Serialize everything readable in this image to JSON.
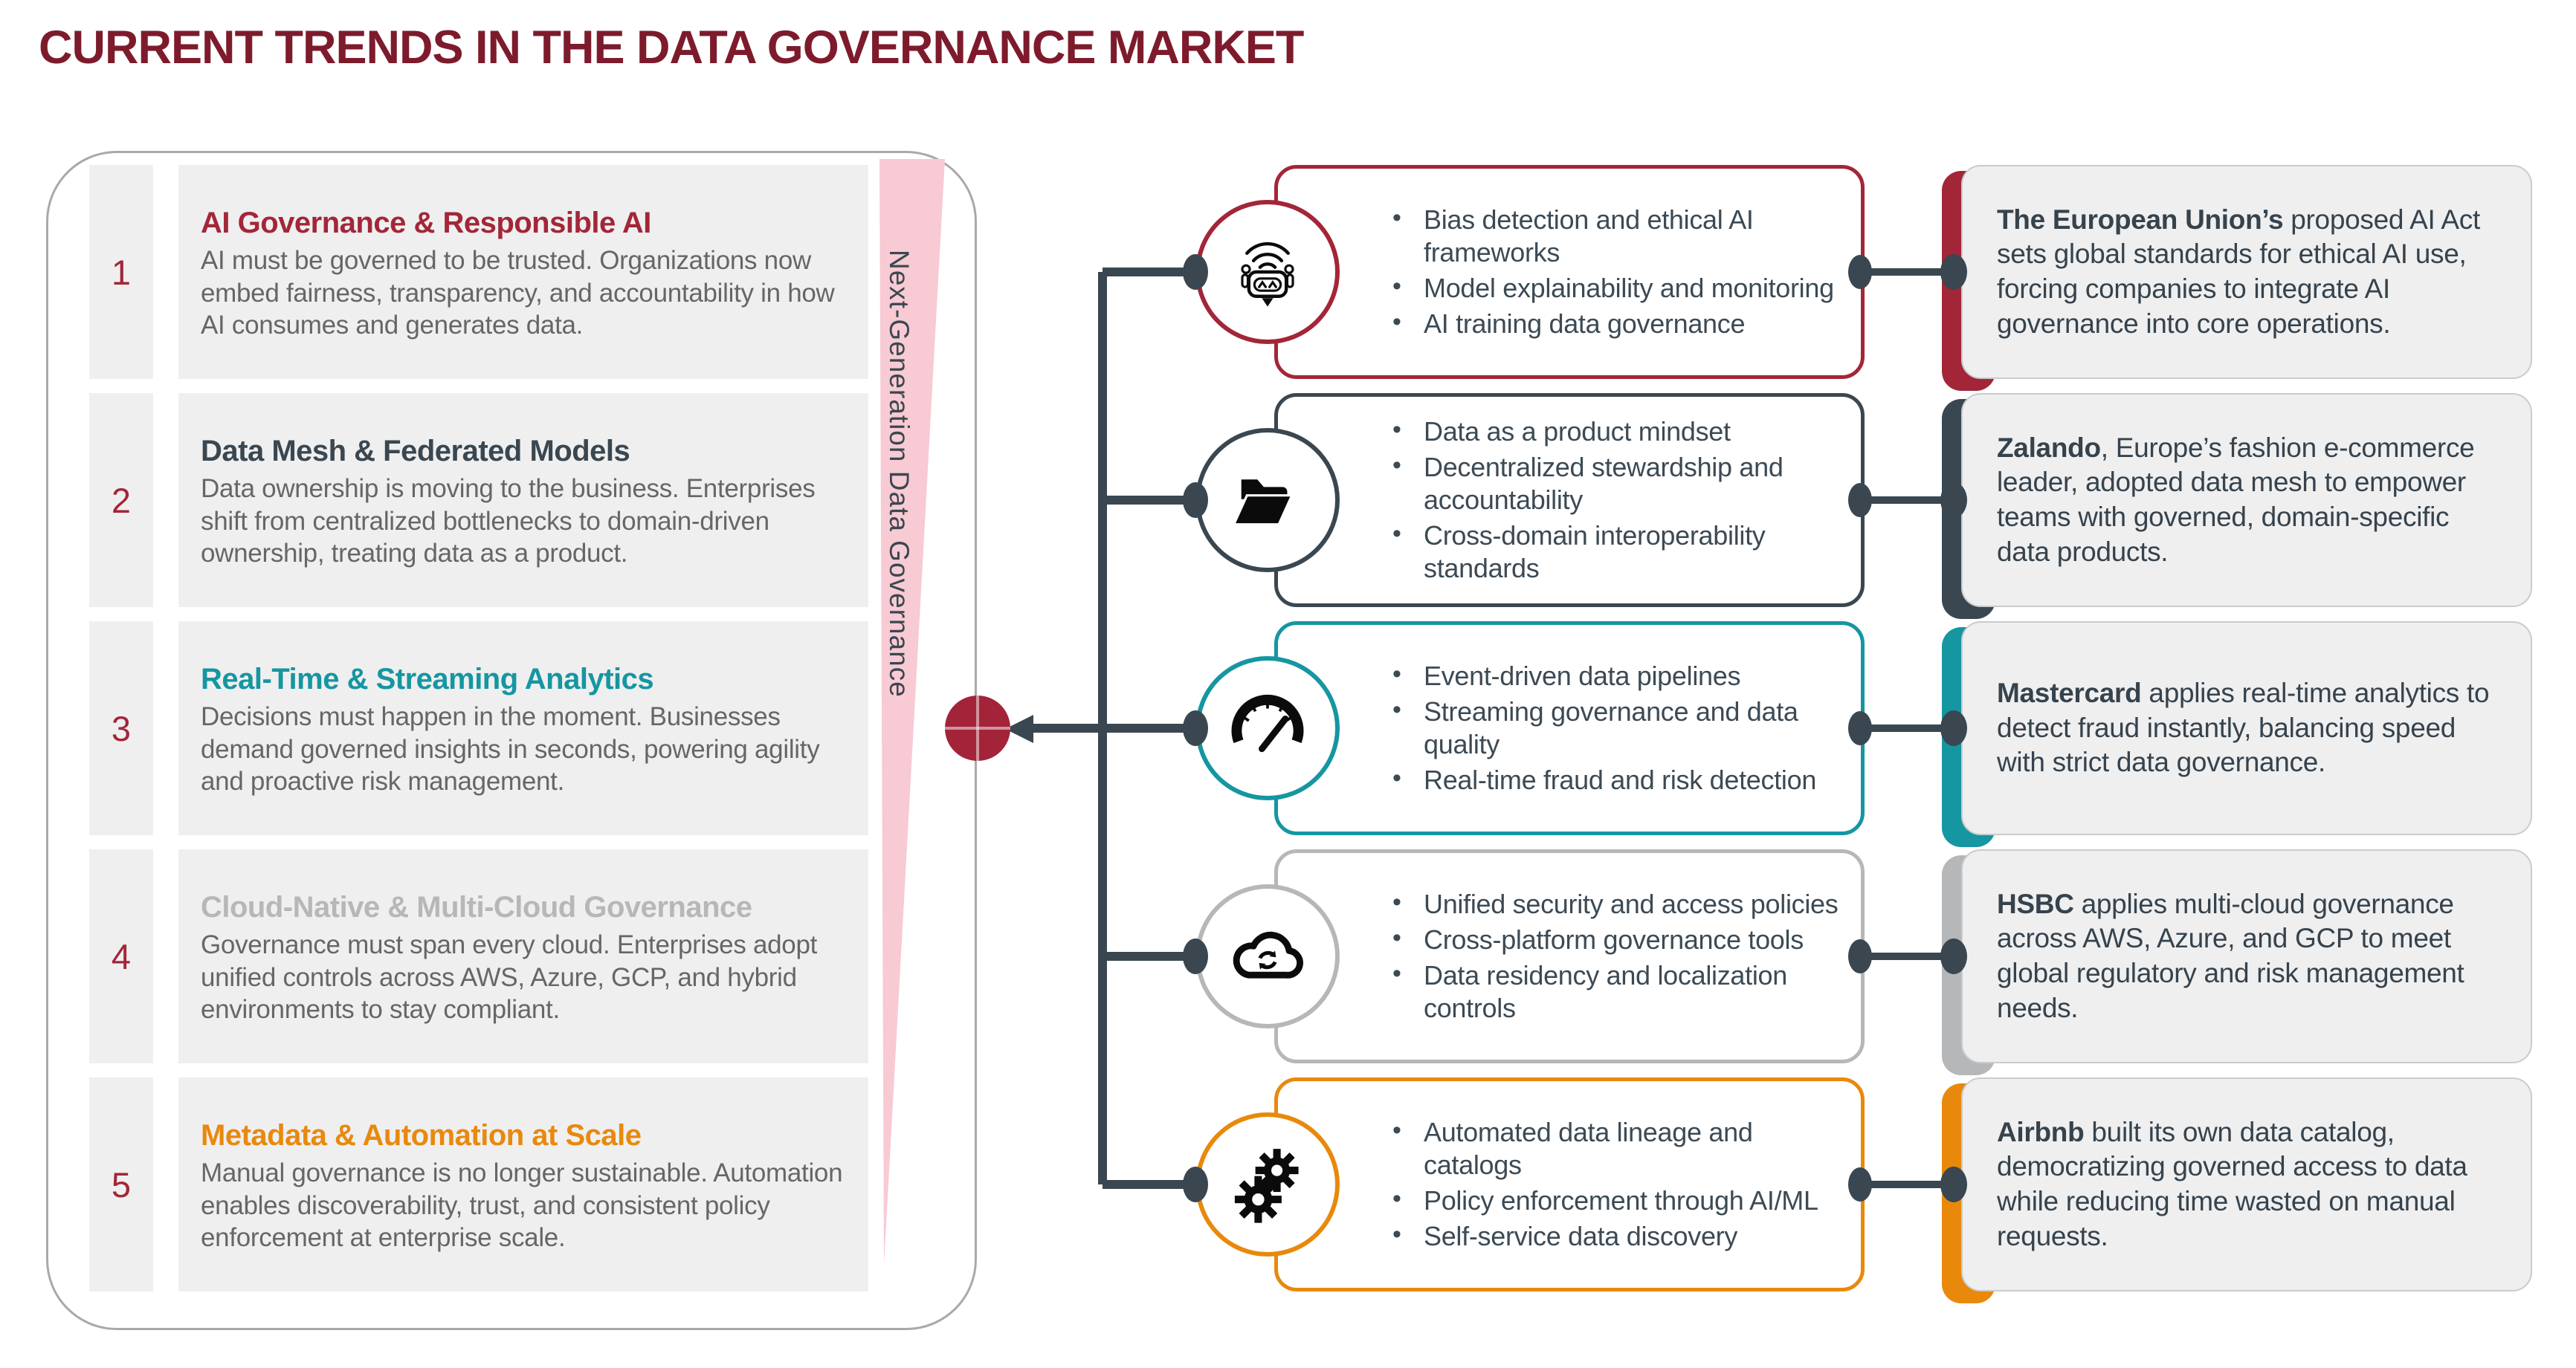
{
  "title": "CURRENT TRENDS IN THE DATA GOVERNANCE MARKET",
  "ribbon": {
    "label": "Next-Generation Data Governance",
    "color": "#F8CAD3"
  },
  "colors": {
    "title": "#7D1B2C",
    "connector": "#3A4750",
    "hub": "#A32438",
    "number": "#A32638",
    "body_text": "#666666",
    "bullet_text": "#3C4A54",
    "card_text": "#36434D",
    "box_fill": "#EFEFF0"
  },
  "rows": [
    {
      "number": "1",
      "title": "AI Governance & Responsible AI",
      "description": "AI must be governed to be trusted. Organizations now embed fairness, transparency, and accountability in how AI consumes and generates data.",
      "accent": "#A32638",
      "icon": "robot-icon",
      "bullets": [
        "Bias detection and ethical AI frameworks",
        "Model explainability and monitoring",
        "AI training data governance"
      ],
      "case": {
        "lead": "The European Union’s",
        "rest": " proposed AI Act sets global standards for ethical AI use, forcing companies to integrate AI governance into core operations."
      }
    },
    {
      "number": "2",
      "title": "Data Mesh & Federated Models",
      "description": "Data ownership is moving to the business. Enterprises shift from centralized bottlenecks to domain-driven ownership, treating data as a product.",
      "accent": "#3A4750",
      "icon": "folder-icon",
      "bullets": [
        "Data as a product mindset",
        "Decentralized stewardship and accountability",
        "Cross-domain interoperability standards"
      ],
      "case": {
        "lead": "Zalando",
        "rest": ", Europe’s fashion e-commerce leader, adopted data mesh to empower teams with governed, domain-specific data products."
      }
    },
    {
      "number": "3",
      "title": "Real-Time & Streaming Analytics",
      "description": "Decisions must happen in the moment. Businesses demand governed insights in seconds, powering agility and proactive risk management.",
      "accent": "#1596A1",
      "icon": "speedometer-icon",
      "bullets": [
        "Event-driven data pipelines",
        "Streaming governance and data quality",
        "Real-time fraud and risk detection"
      ],
      "case": {
        "lead": "Mastercard",
        "rest": " applies real-time analytics to detect fraud instantly, balancing speed with strict data governance."
      }
    },
    {
      "number": "4",
      "title": "Cloud-Native & Multi-Cloud Governance",
      "description": "Governance must span every cloud. Enterprises adopt unified controls across AWS, Azure, GCP, and hybrid environments to stay compliant.",
      "accent": "#B5B7B8",
      "icon": "cloud-sync-icon",
      "bullets": [
        "Unified security and access policies",
        "Cross-platform governance tools",
        "Data residency and localization controls"
      ],
      "case": {
        "lead": "HSBC",
        "rest": " applies multi-cloud governance across AWS, Azure, and GCP to meet global regulatory and risk management needs."
      }
    },
    {
      "number": "5",
      "title": "Metadata & Automation at Scale",
      "description": "Manual governance is no longer sustainable. Automation enables discoverability, trust, and consistent policy enforcement at enterprise scale.",
      "accent": "#E8890C",
      "icon": "gears-icon",
      "bullets": [
        "Automated data lineage and catalogs",
        "Policy enforcement through AI/ML",
        "Self-service data discovery"
      ],
      "case": {
        "lead": "Airbnb",
        "rest": " built its own data catalog, democratizing governed access to data while reducing time wasted on manual requests."
      }
    }
  ]
}
